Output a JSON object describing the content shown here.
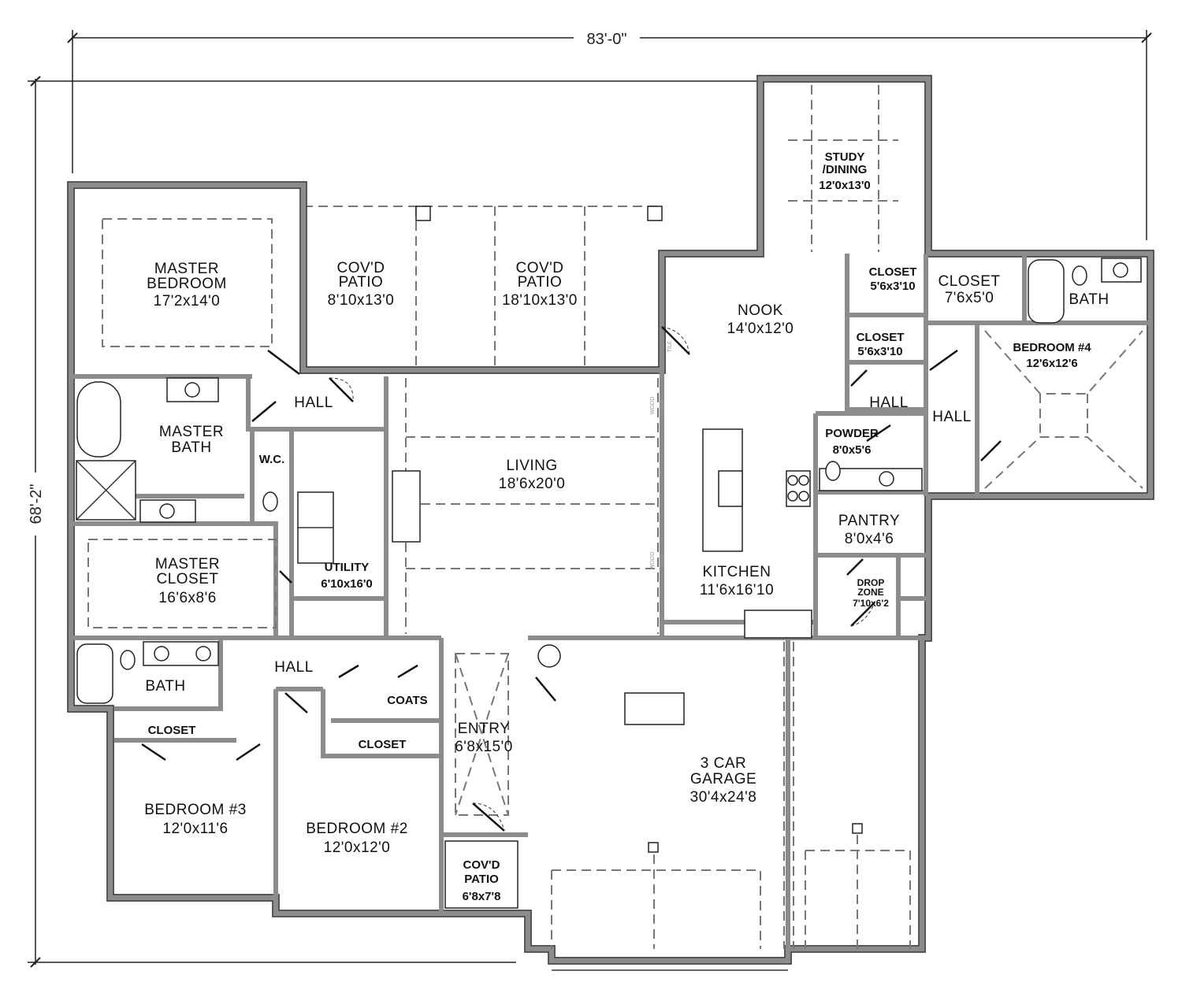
{
  "dimensions": {
    "width": "83'-0\"",
    "depth": "68'-2\""
  },
  "rooms": {
    "master_bedroom": {
      "name": [
        "MASTER",
        "BEDROOM"
      ],
      "size": "17'2x14'0"
    },
    "covd_patio_1": {
      "name": [
        "COV'D",
        "PATIO"
      ],
      "size": "8'10x13'0"
    },
    "covd_patio_2": {
      "name": [
        "COV'D",
        "PATIO"
      ],
      "size": "18'10x13'0"
    },
    "study_dining": {
      "name": [
        "STUDY",
        "/DINING"
      ],
      "size": "12'0x13'0"
    },
    "nook": {
      "name": [
        "NOOK"
      ],
      "size": "14'0x12'0"
    },
    "closet_a": {
      "name": [
        "CLOSET"
      ],
      "size": "5'6x3'10"
    },
    "closet_b": {
      "name": [
        "CLOSET"
      ],
      "size": "5'6x3'10"
    },
    "closet_c": {
      "name": [
        "CLOSET"
      ],
      "size": "7'6x5'0"
    },
    "bath_4": {
      "name": [
        "BATH"
      ]
    },
    "bedroom_4": {
      "name": [
        "BEDROOM #4"
      ],
      "size": "12'6x12'6"
    },
    "hall_master": {
      "name": [
        "HALL"
      ]
    },
    "hall_east_1": {
      "name": [
        "HALL"
      ]
    },
    "hall_east_2": {
      "name": [
        "HALL"
      ]
    },
    "master_bath": {
      "name": [
        "MASTER",
        "BATH"
      ]
    },
    "wc": {
      "name": [
        "W.C."
      ]
    },
    "living": {
      "name": [
        "LIVING"
      ],
      "size": "18'6x20'0"
    },
    "powder": {
      "name": [
        "POWDER"
      ],
      "size": "8'0x5'6"
    },
    "pantry": {
      "name": [
        "PANTRY"
      ],
      "size": "8'0x4'6"
    },
    "master_closet": {
      "name": [
        "MASTER",
        "CLOSET"
      ],
      "size": "16'6x8'6"
    },
    "utility": {
      "name": [
        "UTILITY"
      ],
      "size": "6'10x16'0"
    },
    "kitchen": {
      "name": [
        "KITCHEN"
      ],
      "size": "11'6x16'10"
    },
    "drop_zone": {
      "name": [
        "DROP",
        "ZONE"
      ],
      "size": "7'10x6'2"
    },
    "hall_bedrooms": {
      "name": [
        "HALL"
      ]
    },
    "bath_2": {
      "name": [
        "BATH"
      ]
    },
    "coats": {
      "name": [
        "COATS"
      ]
    },
    "closet_3": {
      "name": [
        "CLOSET"
      ]
    },
    "closet_2": {
      "name": [
        "CLOSET"
      ]
    },
    "entry": {
      "name": [
        "ENTRY"
      ],
      "size": "6'8x15'0"
    },
    "garage": {
      "name": [
        "3 CAR",
        "GARAGE"
      ],
      "size": "30'4x24'8"
    },
    "bedroom_3": {
      "name": [
        "BEDROOM #3"
      ],
      "size": "12'0x11'6"
    },
    "bedroom_2": {
      "name": [
        "BEDROOM #2"
      ],
      "size": "12'0x12'0"
    },
    "covd_patio_3": {
      "name": [
        "COV'D",
        "PATIO"
      ],
      "size": "6'8x7'8"
    }
  },
  "floor_notes": {
    "tile": "TILE",
    "wood": "WOOD"
  }
}
